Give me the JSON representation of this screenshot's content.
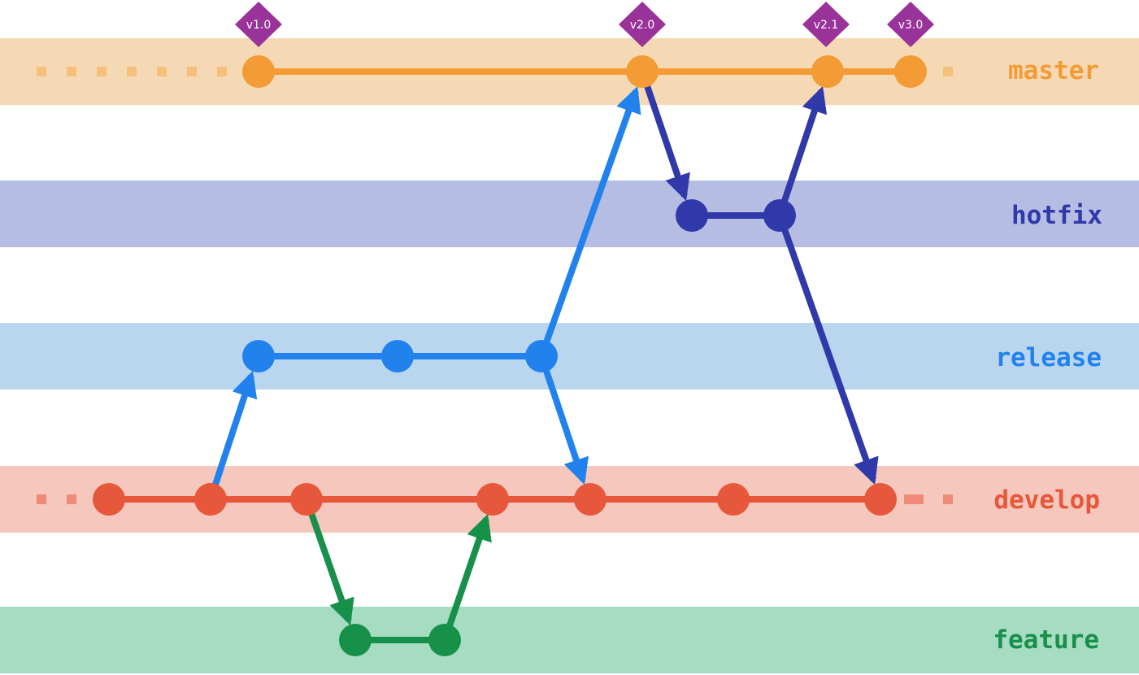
{
  "branches": {
    "master": {
      "label": "master",
      "color": "#f39c36",
      "band": "#f5d8b4"
    },
    "hotfix": {
      "label": "hotfix",
      "color": "#2f39a9",
      "band": "#b6bde3"
    },
    "release": {
      "label": "release",
      "color": "#2182ee",
      "band": "#bad5ee"
    },
    "develop": {
      "label": "develop",
      "color": "#e7573b",
      "band": "#f6c7bd"
    },
    "feature": {
      "label": "feature",
      "color": "#17904a",
      "band": "#a6dcc2"
    }
  },
  "tags": [
    {
      "label": "v1.0",
      "color": "#993399"
    },
    {
      "label": "v2.0",
      "color": "#993399"
    },
    {
      "label": "v2.1",
      "color": "#993399"
    },
    {
      "label": "v3.0",
      "color": "#993399"
    }
  ]
}
